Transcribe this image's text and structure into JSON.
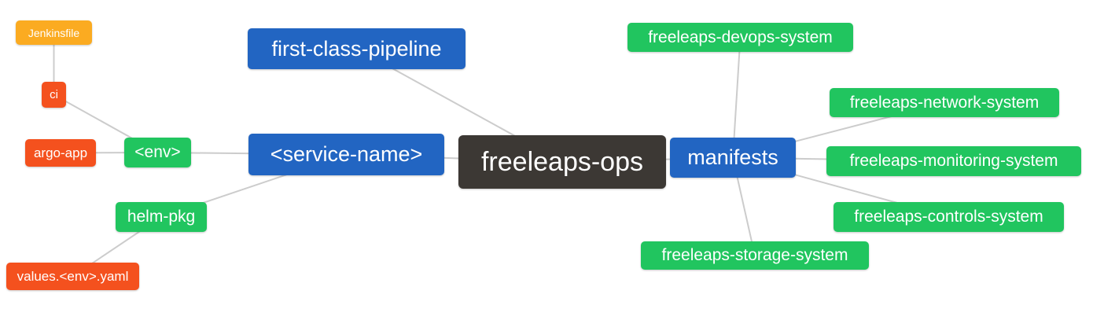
{
  "diagram": {
    "type": "mindmap",
    "root_label": "freeleaps-ops",
    "nodes": [
      {
        "id": "jenkinsfile",
        "label": "Jenkinsfile",
        "color": "amber"
      },
      {
        "id": "ci",
        "label": "ci",
        "color": "red"
      },
      {
        "id": "argo-app",
        "label": "argo-app",
        "color": "red"
      },
      {
        "id": "env",
        "label": "<env>",
        "color": "green"
      },
      {
        "id": "helm-pkg",
        "label": "helm-pkg",
        "color": "green"
      },
      {
        "id": "values-env-yaml",
        "label": "values.<env>.yaml",
        "color": "red"
      },
      {
        "id": "first-class-pipeline",
        "label": "first-class-pipeline",
        "color": "blue"
      },
      {
        "id": "service-name",
        "label": "<service-name>",
        "color": "blue"
      },
      {
        "id": "freeleaps-ops",
        "label": "freeleaps-ops",
        "color": "dark"
      },
      {
        "id": "manifests",
        "label": "manifests",
        "color": "blue"
      },
      {
        "id": "freeleaps-devops-system",
        "label": "freeleaps-devops-system",
        "color": "green"
      },
      {
        "id": "freeleaps-network-system",
        "label": "freeleaps-network-system",
        "color": "green"
      },
      {
        "id": "freeleaps-monitoring-system",
        "label": "freeleaps-monitoring-system",
        "color": "green"
      },
      {
        "id": "freeleaps-controls-system",
        "label": "freeleaps-controls-system",
        "color": "green"
      },
      {
        "id": "freeleaps-storage-system",
        "label": "freeleaps-storage-system",
        "color": "green"
      }
    ],
    "edges": [
      {
        "from": "jenkinsfile",
        "to": "ci"
      },
      {
        "from": "ci",
        "to": "env"
      },
      {
        "from": "argo-app",
        "to": "env"
      },
      {
        "from": "env",
        "to": "service-name"
      },
      {
        "from": "helm-pkg",
        "to": "service-name"
      },
      {
        "from": "values-env-yaml",
        "to": "helm-pkg"
      },
      {
        "from": "first-class-pipeline",
        "to": "freeleaps-ops"
      },
      {
        "from": "service-name",
        "to": "freeleaps-ops"
      },
      {
        "from": "freeleaps-ops",
        "to": "manifests"
      },
      {
        "from": "manifests",
        "to": "freeleaps-devops-system"
      },
      {
        "from": "manifests",
        "to": "freeleaps-network-system"
      },
      {
        "from": "manifests",
        "to": "freeleaps-monitoring-system"
      },
      {
        "from": "manifests",
        "to": "freeleaps-controls-system"
      },
      {
        "from": "manifests",
        "to": "freeleaps-storage-system"
      }
    ]
  },
  "colors": {
    "blue": "#2265c2",
    "green": "#21c55f",
    "red": "#f4511e",
    "amber": "#fbab21",
    "dark": "#3c3834",
    "edge": "#cccccc",
    "text": "#ffffff",
    "background": "#ffffff"
  }
}
